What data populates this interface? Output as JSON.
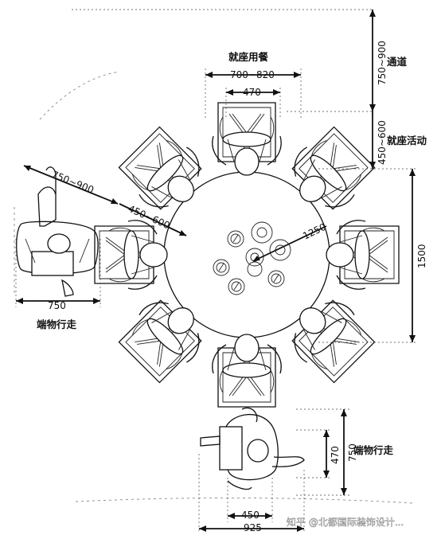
{
  "labels": {
    "dining_seated": "就座用餐",
    "aisle": "通道",
    "seat_activity": "就座活动",
    "carrying_walk_left": "端物行走",
    "carrying_walk_bottom": "端物行走"
  },
  "dimensions": {
    "chair_zone_width": "700~820",
    "chair_width": "470",
    "aisle_depth": "750~900",
    "seat_activity_depth": "450~600",
    "table_side_span": "1500",
    "table_radius": "1250",
    "left_walk_depth": "750~900",
    "left_seat_depth": "450~600",
    "left_walk_width": "750",
    "bottom_chair_depth": "470",
    "bottom_walk_depth": "750",
    "bottom_person_width": "450",
    "bottom_walk_width": "925"
  },
  "watermark": "知乎 @北都国际装饰设计..."
}
